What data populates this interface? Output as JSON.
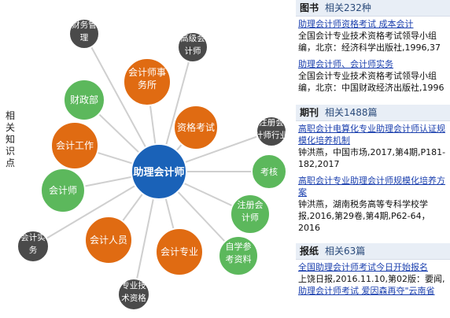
{
  "side_label": "相关知识点",
  "graph": {
    "center": {
      "label": "助理会计师",
      "color": "#1a62b8"
    },
    "nodes": [
      {
        "label": "财务管理",
        "color": "#4a4a4a"
      },
      {
        "label": "高级会计师",
        "color": "#4a4a4a"
      },
      {
        "label": "会计师事务所",
        "color": "#e06b12"
      },
      {
        "label": "财政部",
        "color": "#5cb85c"
      },
      {
        "label": "资格考试",
        "color": "#e06b12"
      },
      {
        "label": "注册会计师行业",
        "color": "#4a4a4a"
      },
      {
        "label": "会计工作",
        "color": "#e06b12"
      },
      {
        "label": "考核",
        "color": "#5cb85c"
      },
      {
        "label": "会计师",
        "color": "#5cb85c"
      },
      {
        "label": "注册会计师",
        "color": "#5cb85c"
      },
      {
        "label": "会计实务",
        "color": "#4a4a4a"
      },
      {
        "label": "会计人员",
        "color": "#e06b12"
      },
      {
        "label": "会计专业",
        "color": "#e06b12"
      },
      {
        "label": "自学参考资料",
        "color": "#5cb85c"
      },
      {
        "label": "专业技术资格",
        "color": "#4a4a4a"
      }
    ]
  },
  "panel": {
    "books": {
      "title": "图书",
      "count": "相关232种",
      "items": [
        {
          "title": "助理会计师资格考试 成本会计",
          "desc": "全国会计专业技术资格考试领导小组编，北京：经济科学出版社,1996,37"
        },
        {
          "title": "助理会计师、会计师实务",
          "desc": "全国会计专业技术资格考试领导小组编，北京：中国财政经济出版社,1996"
        }
      ]
    },
    "journals": {
      "title": "期刊",
      "count": "相关1488篇",
      "items": [
        {
          "title": "高职会计电算化专业助理会计师认证规模化培养机制",
          "desc": "钟洪燕，中国市场,2017,第4期,P181-182,2017"
        },
        {
          "title": "高职会计专业助理会计师规模化培养方案",
          "desc": "钟洪燕，湖南税务高等专科学校学报,2016,第29卷,第4期,P62-64，2016"
        }
      ]
    },
    "newspapers": {
      "title": "报纸",
      "count": "相关63篇",
      "items": [
        {
          "title": "全国助理会计师考试今日开始报名",
          "desc": "上饶日报,2016.11.10,第02版：要闻,"
        },
        {
          "title": "助理会计师考试 爱因森再夺\"云南省"
        }
      ]
    }
  }
}
